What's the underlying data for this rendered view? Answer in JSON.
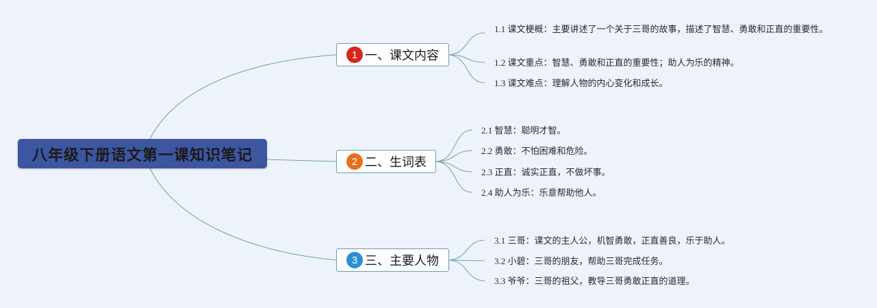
{
  "root": {
    "title": "八年级下册语文第一课知识笔记"
  },
  "branches": [
    {
      "number": "1",
      "badge_color": "#d9261c",
      "label": "一、课文内容",
      "items": [
        "1.1 课文梗概：主要讲述了一个关于三哥的故事，描述了智慧、勇敢和正直的重要性。",
        "1.2 课文重点：智慧、勇敢和正直的重要性；助人为乐的精神。",
        "1.3 课文难点：理解人物的内心变化和成长。"
      ]
    },
    {
      "number": "2",
      "badge_color": "#e8701a",
      "label": "二、生词表",
      "items": [
        "2.1 智慧：聪明才智。",
        "2.2 勇敢：不怕困难和危险。",
        "2.3 正直：诚实正直，不做坏事。",
        "2.4 助人为乐：乐意帮助他人。"
      ]
    },
    {
      "number": "3",
      "badge_color": "#2a8fd6",
      "label": "三、主要人物",
      "items": [
        "3.1 三哥：课文的主人公，机智勇敢，正直善良，乐于助人。",
        "3.2 小碧：三哥的朋友，帮助三哥完成任务。",
        "3.3 爷爷：三哥的祖父，教导三哥勇敢正直的道理。"
      ]
    }
  ],
  "colors": {
    "connector": "#6f9eaa",
    "root_fill": "#3d56a0",
    "background": "#eef3fb"
  }
}
